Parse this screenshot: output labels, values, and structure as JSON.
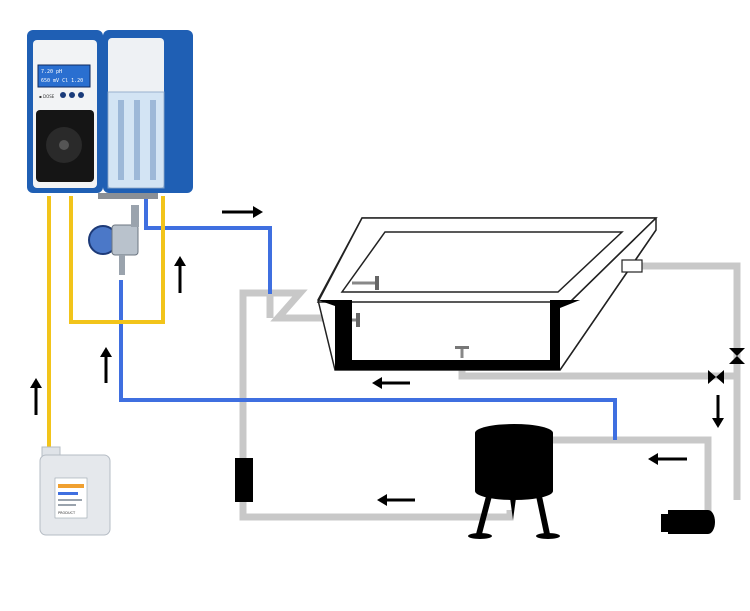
{
  "controller": {
    "display_line1": "7.20 pH",
    "display_line2": "650 mV  Cl 1.20",
    "brand_label": "▪ DOSE"
  },
  "canister": {
    "label": "PRODUCT"
  },
  "colors": {
    "background": "#ffffff",
    "pipe_water": "#c8c8c8",
    "pipe_sample": "#3f6fe0",
    "pipe_chemical": "#f2c41a",
    "equipment": "#000000",
    "controller_blue": "#1f5fb4",
    "controller_white": "#f2f3f5"
  },
  "flow_arrows": [
    {
      "direction": "right",
      "meaning": "sample water to controller"
    },
    {
      "direction": "up",
      "meaning": "sample return"
    },
    {
      "direction": "up",
      "meaning": "sample line"
    },
    {
      "direction": "up",
      "meaning": "chemical suction"
    },
    {
      "direction": "left",
      "meaning": "pool outlet"
    },
    {
      "direction": "down",
      "meaning": "drain flow"
    },
    {
      "direction": "left",
      "meaning": "filter inlet"
    },
    {
      "direction": "left",
      "meaning": "return to pool"
    }
  ],
  "icons": [
    "arrow-right-icon",
    "arrow-left-icon",
    "arrow-up-icon",
    "arrow-down-icon",
    "valve-icon"
  ]
}
